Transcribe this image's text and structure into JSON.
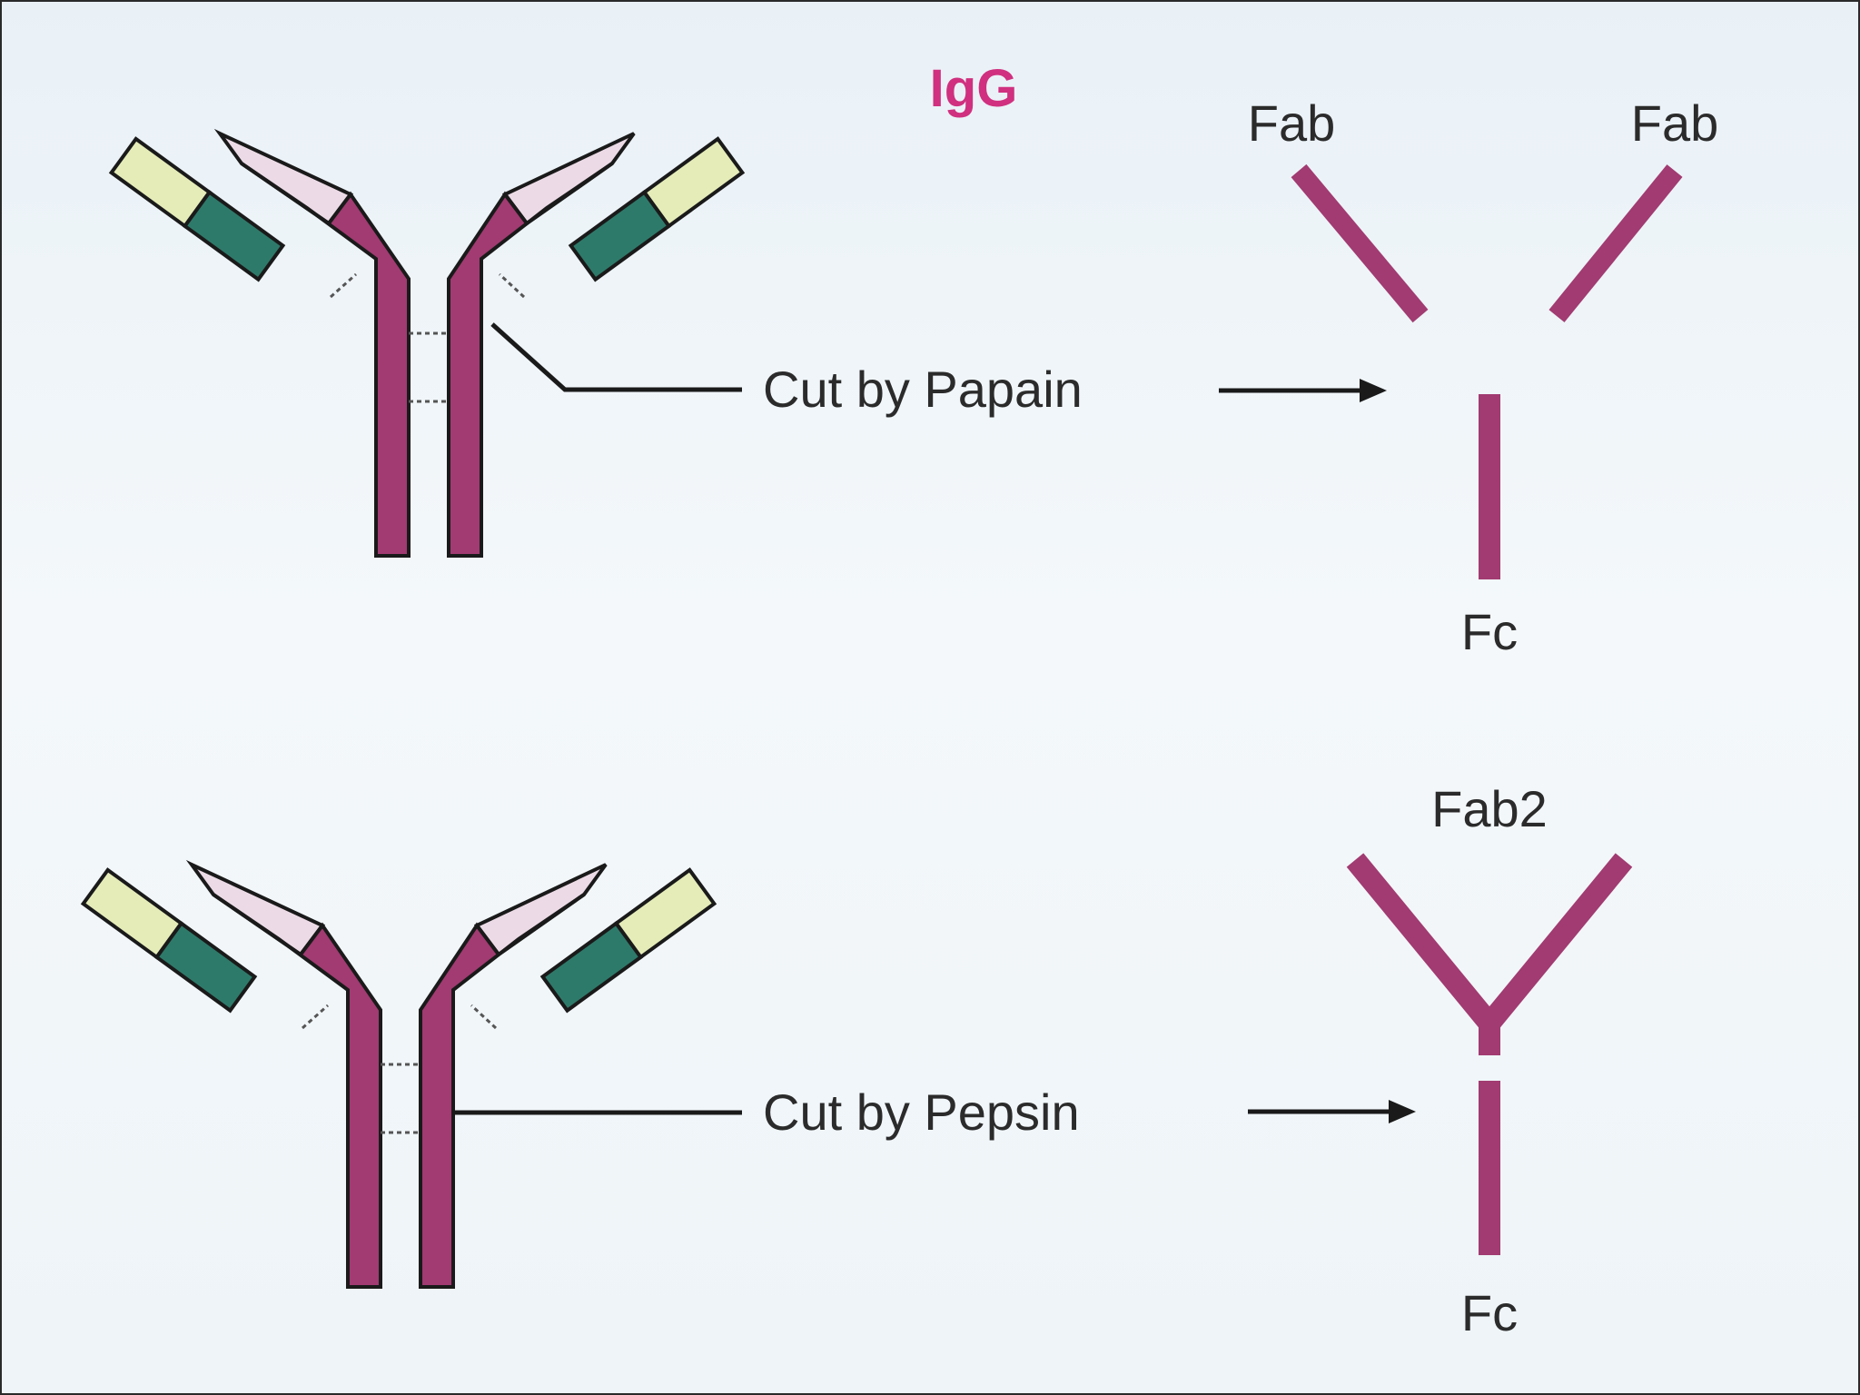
{
  "title": "IgG",
  "colors": {
    "heavy_chain": "#a13b71",
    "heavy_chain_light": "#ecdbe6",
    "light_chain_dark": "#2e7a6a",
    "light_chain_light": "#e5ecb8",
    "title": "#d0307f",
    "text": "#2b2b2b"
  },
  "papain": {
    "cut_label": "Cut by Papain",
    "fragment_left": "Fab",
    "fragment_right": "Fab",
    "fragment_stem": "Fc"
  },
  "pepsin": {
    "cut_label": "Cut by Pepsin",
    "fragment_top": "Fab2",
    "fragment_stem": "Fc"
  }
}
